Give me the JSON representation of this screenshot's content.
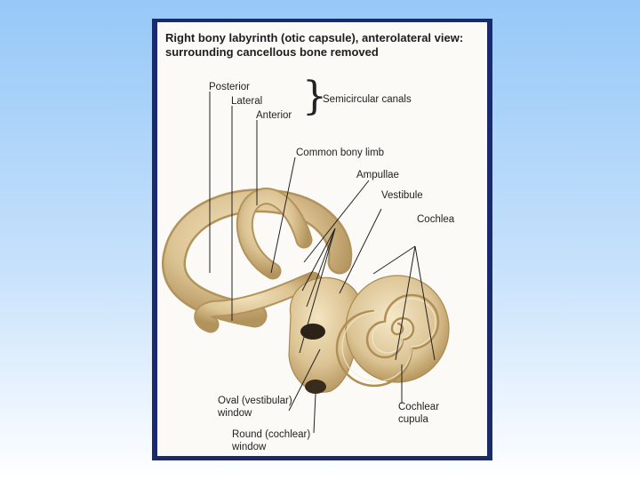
{
  "figure": {
    "title_line1": "Right bony labyrinth (otic capsule), anterolateral view:",
    "title_line2": "surrounding cancellous bone removed"
  },
  "labels": {
    "posterior": "Posterior",
    "lateral": "Lateral",
    "anterior": "Anterior",
    "semicircular_canals": "Semicircular canals",
    "common_bony_limb": "Common bony limb",
    "ampullae": "Ampullae",
    "vestibule": "Vestibule",
    "cochlea": "Cochlea",
    "oval_window_line1": "Oval (vestibular)",
    "oval_window_line2": "window",
    "cochlear_cupula_line1": "Cochlear",
    "cochlear_cupula_line2": "cupula",
    "round_window_line1": "Round (cochlear)",
    "round_window_line2": "window"
  },
  "colors": {
    "background_top": "#96c8f8",
    "plate_border": "#1a2a6c",
    "bone": "#e2cc9c",
    "bone_shadow": "#b89a60"
  }
}
